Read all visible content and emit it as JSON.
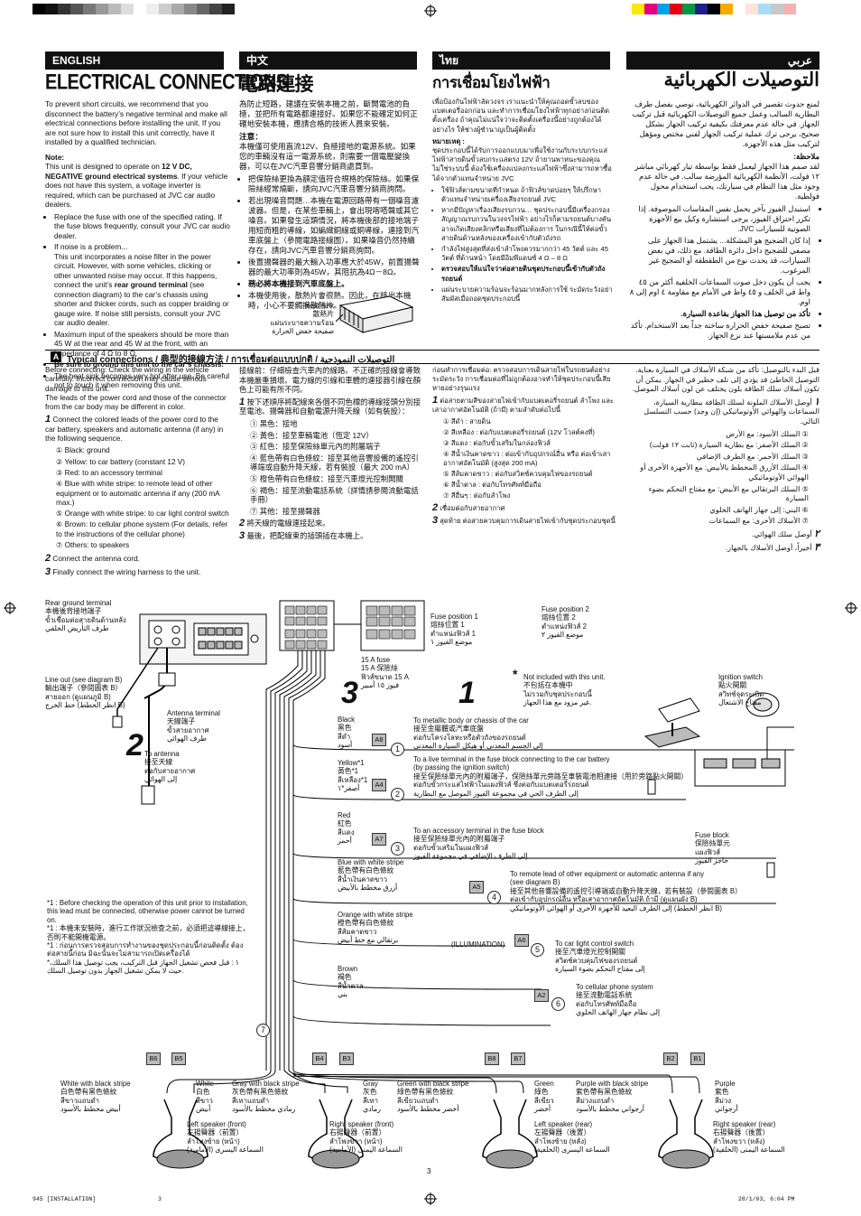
{
  "colors": {
    "header_bg": "#111111",
    "gray_box": "#bbbbbb"
  },
  "headers": {
    "en": "ENGLISH",
    "zh": "中文",
    "th": "ไทย",
    "ar": "عربي"
  },
  "titles": {
    "en": "ELECTRICAL CONNECTIONS",
    "zh": "電路連接",
    "th": "การเชื่อมโยงไฟฟ้า",
    "ar": "التوصيلات الكهربائية"
  },
  "english": {
    "intro": "To prevent short circuits, we recommend that you disconnect the battery’s negative terminal and make all electrical connections before installing the unit. If you are not sure how to install this unit correctly, have it installed by a qualified technician.",
    "note_head": "Note:",
    "note_a": "This unit is designed to operate on ",
    "note_b": "12 V DC, NEGATIVE ground electrical systems",
    "note_c": ". If your vehicle does not have this system, a voltage inverter is required, which can be purchased at JVC car audio dealers.",
    "b1": "Replace the fuse with one of the specified rating. If the fuse blows frequently, consult your JVC car audio dealer.",
    "b2a": "If noise is a problem...",
    "b2b": "This unit incorporates a noise filter in the power circuit. However, with some vehicles, clicking or other unwanted noise may occur. If this happens, connect the unit’s ",
    "b2c": "rear ground terminal",
    "b2d": " (see connection diagram) to the car’s chassis using shorter and thicker cords, such as copper braiding or gauge wire. If noise still persists, consult your JVC car audio dealer.",
    "b3": "Maximum input of the speakers should be more than 45 W at the rear and 45 W at the front, with an impedance of 4 Ω to 8 Ω.",
    "b4": "Be sure to ground this unit to the car’s chassis.",
    "b5": "The heat sink becomes very hot after use. Be careful not to touch it when removing this unit."
  },
  "chinese": {
    "intro": "為防止短路，建議在安裝本機之前，斷開電池的負極，並把所有電路都連接好。如果您不能確定如何正確地安裝本機，應請合格的技術人員來安裝。",
    "note_head": "注意：",
    "note": "本機僅可使用直流12V、負極接地的電源系統。如果您的車輛沒有這一電源系統，則需要一個電壓變換器，可以在JVC汽車音響分銷商處買到。",
    "b1": "把保險絲更換為額定值符合規格的保險絲。如果保險絲經常燒斷，請向JVC汽車音響分銷商詢問。",
    "b2": "若出現噪音問題…本機在電源回路帶有一個噪音濾波器。但是，在某些車輛上，會出現喀嗒聲或其它噪音。如果發生這類情況，將本機後部的接地端子用短而粗的導線，如編織銅線或銅導線，連接到汽車底盤上（參閱電路接線圖）。如果噪音仍然持續存在，請向JVC汽車音響分銷商詢問。",
    "b3": "後置揚聲器的最大輸入功率應大於45W，前置揚聲器的最大功率則為45W，其阻抗為4Ω－8Ω。",
    "b4": "務必將本機接到汽車底盤上。",
    "b5": "本機使用後，散熱片會很熱。因此，在移出本機時，小心不要觸摸散熱片。",
    "heat_sink": "Heat sink\n散熱片\nแผ่นระบายความร้อน\nصفيحة خفض الحرارة"
  },
  "thai": {
    "intro": "เพื่อป้องกันไฟฟ้าลัดวงจร เราแนะนำให้คุณถอดขั้วลบของแบตเตอรี่ออกก่อน และทำการเชื่อมโยงไฟฟ้าทุกอย่างก่อนติดตั้งเครื่อง ถ้าคุณไม่แน่ใจว่าจะติดตั้งเครื่องนี้อย่างถูกต้องได้อย่างไร ให้ช่างผู้ชำนาญเป็นผู้ติดตั้ง",
    "note_head": "หมายเหตุ :",
    "note": "ชุดประกอบนี้ได้รับการออกแบบมาเพื่อใช้งานกับระบบกระแสไฟฟ้าสายดินขั้วลบกระแสตรง 12V ถ้ายานพาหนะของคุณไม่ใช่ระบบนี้ ต้องใช้เครื่องแปลงกระแสไฟฟ้าซึ่งสามารถหาซื้อได้จากตัวแทนจำหน่าย JVC",
    "b1": "ใช้ฟิวส์ตามขนาดที่กำหนด ถ้าฟิวส์ขาดบ่อยๆ ให้ปรึกษาตัวแทนจำหน่ายเครื่องเสียงรถยนต์ JVC",
    "b2": "หากมีปัญหาเรื่องเสียงรบกวน… ชุดประกอบนี้มีเครื่องกรองสัญญาณรบกวนในวงจรไฟฟ้า อย่างไรก็ตามรถยนต์บางคันอาจเกิดเสียงคลิกหรือเสียงที่ไม่ต้องการ ในกรณีนี้ให้ต่อขั้วสายดินด้านหลังของเครื่องเข้ากับตัวถังรถ",
    "b3": "กำลังไฟสูงสุดที่ส่งเข้าลำโพงควรมากกว่า 45 วัตต์ และ 45 วัตต์ ที่ด้านหน้า โดยมีอิมพีแดนซ์ 4 Ω – 8 Ω",
    "b4": "ตรวจสอบให้แน่ใจว่าต่อสายดินชุดประกอบนี้เข้ากับตัวถังรถยนต์",
    "b5": "แผ่นระบายความร้อนจะร้อนมากหลังการใช้ ระมัดระวังอย่าสัมผัสเมื่อถอดชุดประกอบนี้"
  },
  "arabic": {
    "intro": "لمنع حدوث تقصير في الدوائر الكهربائية، نوصي بفصل طرف البطارية السالب وعمل جميع التوصيلات الكهربائية قبل تركيب الجهاز. في حالة عدم معرفتك بكيفية تركيب الجهاز بشكل صحيح، يرجى ترك عملية تركيب الجهاز لفني مختص ومؤهل لتركيب مثل هذه الأجهزة.",
    "note_head": "ملاحظة:",
    "note": "لقد صمم هذا الجهاز ليعمل فقط بواسطة تيار كهربائي مباشر ١٢ فولت، الأنظمة الكهربائية المؤرضة سالب. في حالة عدم وجود مثل هذا النظام في سيارتك، يجب استخدام محول فولطية.",
    "b1": "استبدل الفيوز بآخر يحمل نفس المقاسات الموصوفة. إذا تكرر احتراق الفيوز، يرجى استشارة وكيل بيع الأجهزة الصوتية للسيارات JVC.",
    "b2": "إذا كان الضجيج هو المشكلة... يشتمل هذا الجهاز على مصفي للضجيج داخل دائرة الطاقة. مع ذلك، في بعض السيارات، قد يحدث نوع من الطقطقة أو الضجيج غير المرغوب.",
    "b3": "يجب أن يكون دخل صوت السماعات الخلفية أكثر من ٤٥ واط في الخلف و ٤٥ واط في الأمام مع مقاومة ٤ اوم إلى ٨ اوم.",
    "b4": "تأكد من توصيل هذا الجهاز بقاعدة السيارة.",
    "b5": "تصبح صفيحة خفض الحرارة ساخنة جداً بعد الاستخدام. تأكد من عدم ملامستها عند نزع الجهاز."
  },
  "section_a": {
    "letter": "A",
    "title": "Typical connections / 典型的接線方法 / การเชื่อมต่อแบบปกติ / التوصيلات النموذجية"
  },
  "steps_en": {
    "before": "Before connecting: Check the wiring in the vehicle carefully. Incorrect connection may cause serious damage to this unit.\nThe leads of the power cord and those of the connector from the car body may be different in color.",
    "s1": "Connect the colored leads of the power cord to the car battery, speakers and automatic antenna (if any) in the following sequence.",
    "items": [
      "① Black: ground",
      "② Yellow: to car battery (constant 12 V)",
      "③ Red: to an accessory terminal",
      "④ Blue with white stripe: to remote lead of other equipment or to automatic antenna if any (200 mA max.)",
      "⑤ Orange with white stripe: to car light control switch",
      "⑥ Brown: to cellular phone system (For details, refer to the instructions of the cellular phone)",
      "⑦ Others: to speakers"
    ],
    "s2": "Connect the antenna cord.",
    "s3": "Finally connect the wiring harness to the unit."
  },
  "steps_zh": {
    "before": "接線前：仔細檢查汽車內的線路。不正確的接線會導致本機嚴重損壞。電力線的引線和車體的連接器引線在顏色上可能有所不同。",
    "s1": "按下述順序將配線來各個不同色標的導線接頭分別接至電池、揚聲器和自動電源升降天線（如有裝設）：",
    "items": [
      "① 黑色：接地",
      "② 黃色：接至車輛電池（恆定 12V）",
      "③ 紅色：接至保險絲單元內的附屬端子",
      "④ 藍色帶有白色條紋：接至其他音響設備的遙控引導端或自動升降天線，若有裝設（最大 200 mA）",
      "⑤ 橙色帶有白色條紋：接至汽車燈光控制開關",
      "⑥ 褐色：接至流動電話系統（詳情請參閱流動電話手冊）",
      "⑦ 其他：接至揚聲器"
    ],
    "s2": "將天線的電線連接起來。",
    "s3": "最後，把配線束的插頭插在本機上。"
  },
  "steps_th": {
    "before": "ก่อนทำการเชื่อมต่อ: ตรวจสอบการเดินสายไฟในรถยนต์อย่างระมัดระวัง การเชื่อมต่อที่ไม่ถูกต้องอาจทำให้ชุดประกอบนี้เสียหายอย่างรุนแรง",
    "s1": "ต่อสายตามสีของสายไฟเข้ากับแบตเตอรี่รถยนต์ ลำโพง และเสาอากาศอัตโนมัติ (ถ้ามี) ตามลำดับต่อไปนี้",
    "items": [
      "① สีดำ : สายดิน",
      "② สีเหลือง : ต่อกับแบตเตอรี่รถยนต์ (12V โวลต์คงที่)",
      "③ สีแดง : ต่อกับขั้วเสริมในกล่องฟิวส์",
      "④ สีน้ำเงินคาดขาว : ต่อเข้ากับอุปกรณ์อื่น หรือ ต่อเข้าเสาอากาศอัตโนมัติ (สูงสุด 200 mA)",
      "⑤ สีส้มคาดขาว : ต่อกับสวิตช์ควบคุมไฟของรถยนต์",
      "⑥ สีน้ำตาล : ต่อกับโทรศัพท์มือถือ",
      "⑦ สีอื่นๆ : ต่อกับลำโพง"
    ],
    "s2": "เชื่อมต่อกับสายอากาศ",
    "s3": "สุดท้าย ต่อสายควบคุมการเดินสายไฟเข้ากับชุดประกอบชุดนี้"
  },
  "steps_ar": {
    "before": "قبل البدء بالتوصيل: تأكد من شبكة الأسلاك في السيارة بعناية. التوصيل الخاطئ قد يؤدي إلى تلف خطير في الجهاز. يمكن أن تكون أسلاك سلك الطاقة بلون يختلف عن لون أسلاك الموصل.",
    "s1": "أوصل الأسلاك الملونة لسلك الطاقة ببطارية السيارة، السماعات والهوائي الأوتوماتيكي (إن وجد) حسب التسلسل التالي.",
    "items": [
      "① السلك الأسود: مع الأرض",
      "② السلك الأصفر: مع بطارية السيارة (ثابت ١٢ فولت)",
      "③ السلك الأحمر: مع الطرف الإضافي",
      "④ السلك الأزرق المخطط بالأبيض: مع الأجهزة الأخرى أو الهوائي الأوتوماتيكي",
      "⑤ السلك البرتقالي مع الأبيض: مع مفتاح التحكم بضوء السيارة",
      "⑥ البني: إلى جهاز الهاتف الخلوي",
      "⑦ الأسلاك الأخرى: مع السماعات"
    ],
    "s2": "أوصل سلك الهوائي.",
    "s3": "أخيراً، أوصل الأسلاك بالجهاز."
  },
  "diagram": {
    "rear_ground": "Rear ground terminal\n本機後背接地端子\nขั้วเชื่อมต่อสายดินด้านหลัง\nطرف التأريض الخلفي",
    "line_out": "Line out (see diagram B)\n輸出端子（參閱圖表 B）\nสายออก (ดูแผนภูมิ B)\nخط الخرج (انظر الخطط B)",
    "antenna_terminal": "Antenna terminal\n天線端子\nขั้วสายอากาศ\nطرف الهوائي",
    "to_antenna": "To antenna\n接至天線\nต่อกับสายอากาศ\nإلى الهوائي",
    "fuse15": "15 A fuse\n15 A 保險絲\nฟิวส์ขนาด 15 A\nفيوز ١٥ أمبير",
    "fuse_pos1": "Fuse position 1\n熔絲位置 1\nตำแหน่งฟิวส์ 1\nموضع الفيوز ١",
    "fuse_pos2": "Fuse position 2\n熔絲位置 2\nตำแหน่งฟิวส์ 2\nموضع الفيوز ٢",
    "not_included": "Not included with this unit.\n不包括在本機中\nไม่รวมกับชุดประกอบนี้\nغير مزود مع هذا الجهاز.",
    "ignition": "Ignition switch\n點火開關\nสวิทช์จุดระเบิด\nمفتاح الاشتعال",
    "fuse_block": "Fuse block\n保險絲單元\nแผงฟิวส์\nحاجز الفيوز",
    "illumination": "(ILLUMINATION)",
    "wires": [
      {
        "color": "Black\n黑色\nสีดำ\nأسود",
        "conn": "A8",
        "num": "1",
        "desc": "To metallic body or chassis of the car\n接至金屬體或汽車底盤\nต่อกับโครงโลหะหรือตัวถังของรถยนต์\nإلى الجسم المعدني أو هيكل السيارة المعدني"
      },
      {
        "color": "Yellow*1\n黃色*1\nสีเหลือง*1\nأصفر*١",
        "conn": "A4",
        "num": "2",
        "desc": "To a live terminal in the fuse block connecting to the car battery\n(by passing the ignition switch)\n接至保險絲單元內的附屬端子，保險絲單元旁路至車裝電池相連接（用於旁路點火開關）\nต่อกับขั้วกระแสไฟฟ้าในแผงฟิวส์ ซึ่งต่อกับแบตเตอรี่รถยนต์\nإلى الطرف الحي في مجموعة الفيوز الموصل مع البطارية"
      },
      {
        "color": "Red\n紅色\nสีแดง\nأحمر",
        "conn": "A7",
        "num": "3",
        "desc": "To an accessory terminal in the fuse block\n接至保險絲單元內的附屬端子\nต่อกับขั้วเสริมในแผงฟิวส์\nإلى الطرف الإضافي في مجموعة الفيوز"
      },
      {
        "color": "Blue with white stripe\n藍色帶有白色條紋\nสีน้ำเงินคาดขาว\nأزرق مخطط بالأبيض",
        "conn": "A5",
        "num": "4",
        "desc": "To remote lead of other equipment or automatic antenna if any\n(see diagram B)\n接至其他音響設備的遙控引導端或自動升降天線，若有裝設（參閱圖表 B）\nต่อเข้ากับอุปกรณ์อื่น หรือเสาอากาศอัตโนมัติ ถ้ามี (ดูแผนผัง B)\nإلى الطرف البعيد للأجهزة الأخرى أو الهوائي الأوتوماتيكي (انظر الخطط B)"
      },
      {
        "color": "Orange with white stripe\n橙色帶有白色條紋\nสีส้มคาดขาว\nبرتقالي مع خط أبيض",
        "conn": "A6",
        "num": "5",
        "desc": "To car light control switch\n接至汽車燈光控制開關\nสวิตช์ควบคุมไฟของรถยนต์\nإلى مفتاح التحكم بضوء السيارة"
      },
      {
        "color": "Brown\n褐色\nสีน้ำตาล\nبني",
        "conn": "A2",
        "num": "6",
        "desc": "To cellular phone system\n接至流動電話系統\nต่อกับโทรศัพท์มือถือ\nإلى نظام جهاز الهاتف الخلوي"
      }
    ],
    "speakers": [
      {
        "l1": "B6",
        "l2": "B5",
        "wa": "White with black stripe\n白色帶有黑色條紋\nสีขาวแถบดำ\nأبيض مخطط بالأسود",
        "wb": "White\n白色\nสีขาว\nأبيض",
        "name": "Left speaker (front)\n左揚聲器（前置）\nลำโพงซ้าย (หน้า)\nالسماعة اليسرى (الأمامية)"
      },
      {
        "l1": "B4",
        "l2": "B3",
        "wa": "Gray with black stripe\n灰色帶有黑色條紋\nสีเทาแถบดำ\nرمادي مخطط بالأسود",
        "wb": "Gray\n灰色\nสีเทา\nرمادي",
        "name": "Right speaker (front)\n右揚聲器（前置）\nลำโพงขวา (หน้า)\nالسماعة اليمنى (الأمامية)"
      },
      {
        "l1": "B8",
        "l2": "B7",
        "wa": "Green with black stripe\n綠色帶有黑色條紋\nสีเขียวแถบดำ\nأخضر مخطط بالأسود",
        "wb": "Green\n綠色\nสีเขียว\nأخضر",
        "name": "Left speaker (rear)\n左揚聲器（後置）\nลำโพงซ้าย (หลัง)\nالسماعة اليسرى (الخلفية)"
      },
      {
        "l1": "B2",
        "l2": "B1",
        "wa": "Purple with black stripe\n紫色帶有黑色條紋\nสีม่วงแถบดำ\nأرجواني مخطط بالأسود",
        "wb": "Purple\n紫色\nสีม่วง\nأرجواني",
        "name": "Right speaker (rear)\n右揚聲器（後置）\nลำโพงขวา (หลัง)\nالسماعة اليمنى (الخلفية)"
      }
    ],
    "footnote": "*1 : Before checking the operation of this unit prior to installation, this lead must be connected, otherwise power cannot be turned on.\n*1 : 本機未安裝時，進行工作狀況檢查之前，必須把這導線接上，否則不能開機電源。\n*1 : ก่อนการตรวจสอบการทำงานของชุดประกอบนี้ก่อนติดตั้ง ต้องต่อสายนี้ก่อน มิฉะนั้นจะไม่สามารถเปิดเครื่องได้\n*١ : قبل فحص تشغيل الجهاز قبل التركيب، يجب توصيل هذا السلك، حيث لا يمكن تشغيل الجهاز بدون توصيل السلك.",
    "marks": {
      "step1": "1",
      "step2": "2",
      "step3": "3",
      "star": "*"
    }
  },
  "footer": {
    "page_num": "3",
    "left": "945 [INSTALLATION]",
    "left_num": "3",
    "right": "28/1/03, 6:04 PM"
  }
}
